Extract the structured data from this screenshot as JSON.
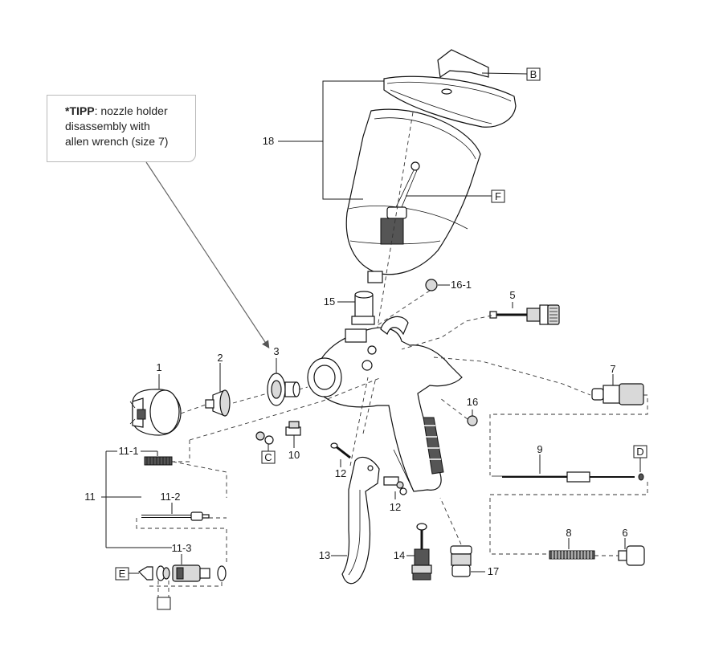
{
  "tip": {
    "bold": "*TIPP",
    "line1_rest": ": nozzle holder",
    "line2": "disassembly with",
    "line3": "allen wrench (size 7)"
  },
  "part_labels": {
    "p1": "1",
    "p2": "2",
    "p3": "3",
    "p5": "5",
    "p6": "6",
    "p7": "7",
    "p8": "8",
    "p9": "9",
    "p10": "10",
    "p11": "11",
    "p11_1": "11-1",
    "p11_2": "11-2",
    "p11_3": "11-3",
    "p12a": "12",
    "p12b": "12",
    "p13": "13",
    "p14": "14",
    "p15": "15",
    "p16": "16",
    "p16_1": "16-1",
    "p17": "17",
    "p18": "18"
  },
  "callouts": {
    "b": "B",
    "c": "C",
    "d": "D",
    "e": "E",
    "f": "F"
  }
}
